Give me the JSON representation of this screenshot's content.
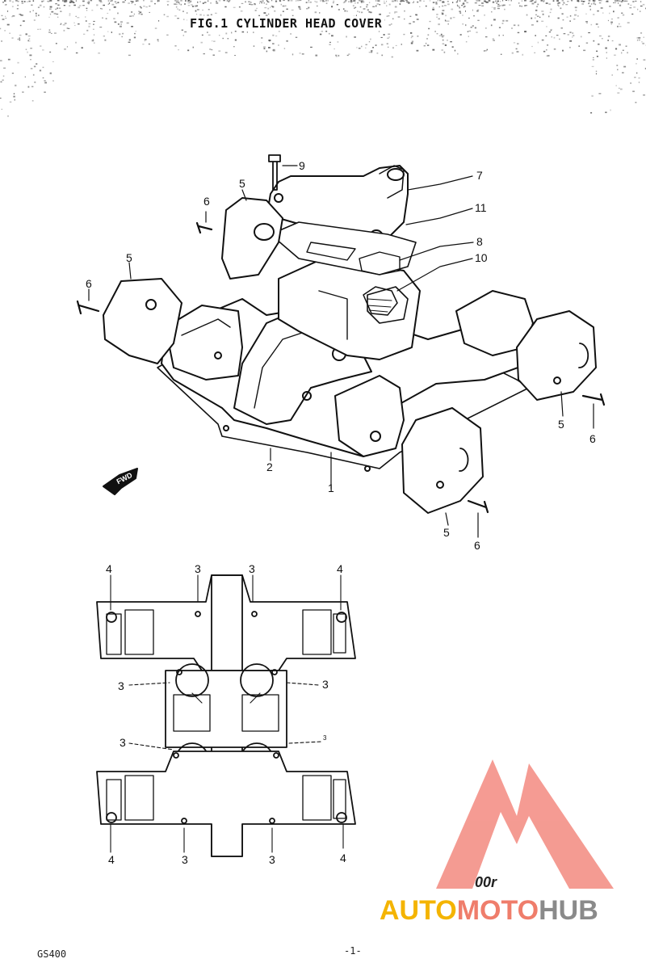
{
  "title": "FIG.1 CYLINDER HEAD COVER",
  "callouts_top": [
    {
      "id": "c9",
      "text": "9"
    },
    {
      "id": "c7",
      "text": "7"
    },
    {
      "id": "c11",
      "text": "11"
    },
    {
      "id": "c8",
      "text": "8"
    },
    {
      "id": "c10",
      "text": "10"
    },
    {
      "id": "c5a",
      "text": "5"
    },
    {
      "id": "c6a",
      "text": "6"
    },
    {
      "id": "c5b",
      "text": "5"
    },
    {
      "id": "c6b",
      "text": "6"
    },
    {
      "id": "c5c",
      "text": "5"
    },
    {
      "id": "c6c",
      "text": "6"
    },
    {
      "id": "c5d",
      "text": "5"
    },
    {
      "id": "c6d",
      "text": "6"
    },
    {
      "id": "c2",
      "text": "2"
    },
    {
      "id": "c1",
      "text": "1"
    }
  ],
  "callouts_bottom": [
    {
      "id": "b4a",
      "text": "4"
    },
    {
      "id": "b3a",
      "text": "3"
    },
    {
      "id": "b3b",
      "text": "3"
    },
    {
      "id": "b4b",
      "text": "4"
    },
    {
      "id": "b3c",
      "text": "3"
    },
    {
      "id": "b3d",
      "text": "3"
    },
    {
      "id": "b3e",
      "text": "3"
    },
    {
      "id": "b3f",
      "text": "3"
    },
    {
      "id": "b4c",
      "text": "4"
    },
    {
      "id": "b3g",
      "text": "3"
    },
    {
      "id": "b3h",
      "text": "3"
    },
    {
      "id": "b4d",
      "text": "4"
    }
  ],
  "fwd_label": "FWD",
  "footer": {
    "model": "GS400",
    "page": "-1-"
  },
  "watermark": {
    "code": "00r",
    "part1": "AUTO",
    "part2": "MOTO",
    "part3": "HUB"
  }
}
